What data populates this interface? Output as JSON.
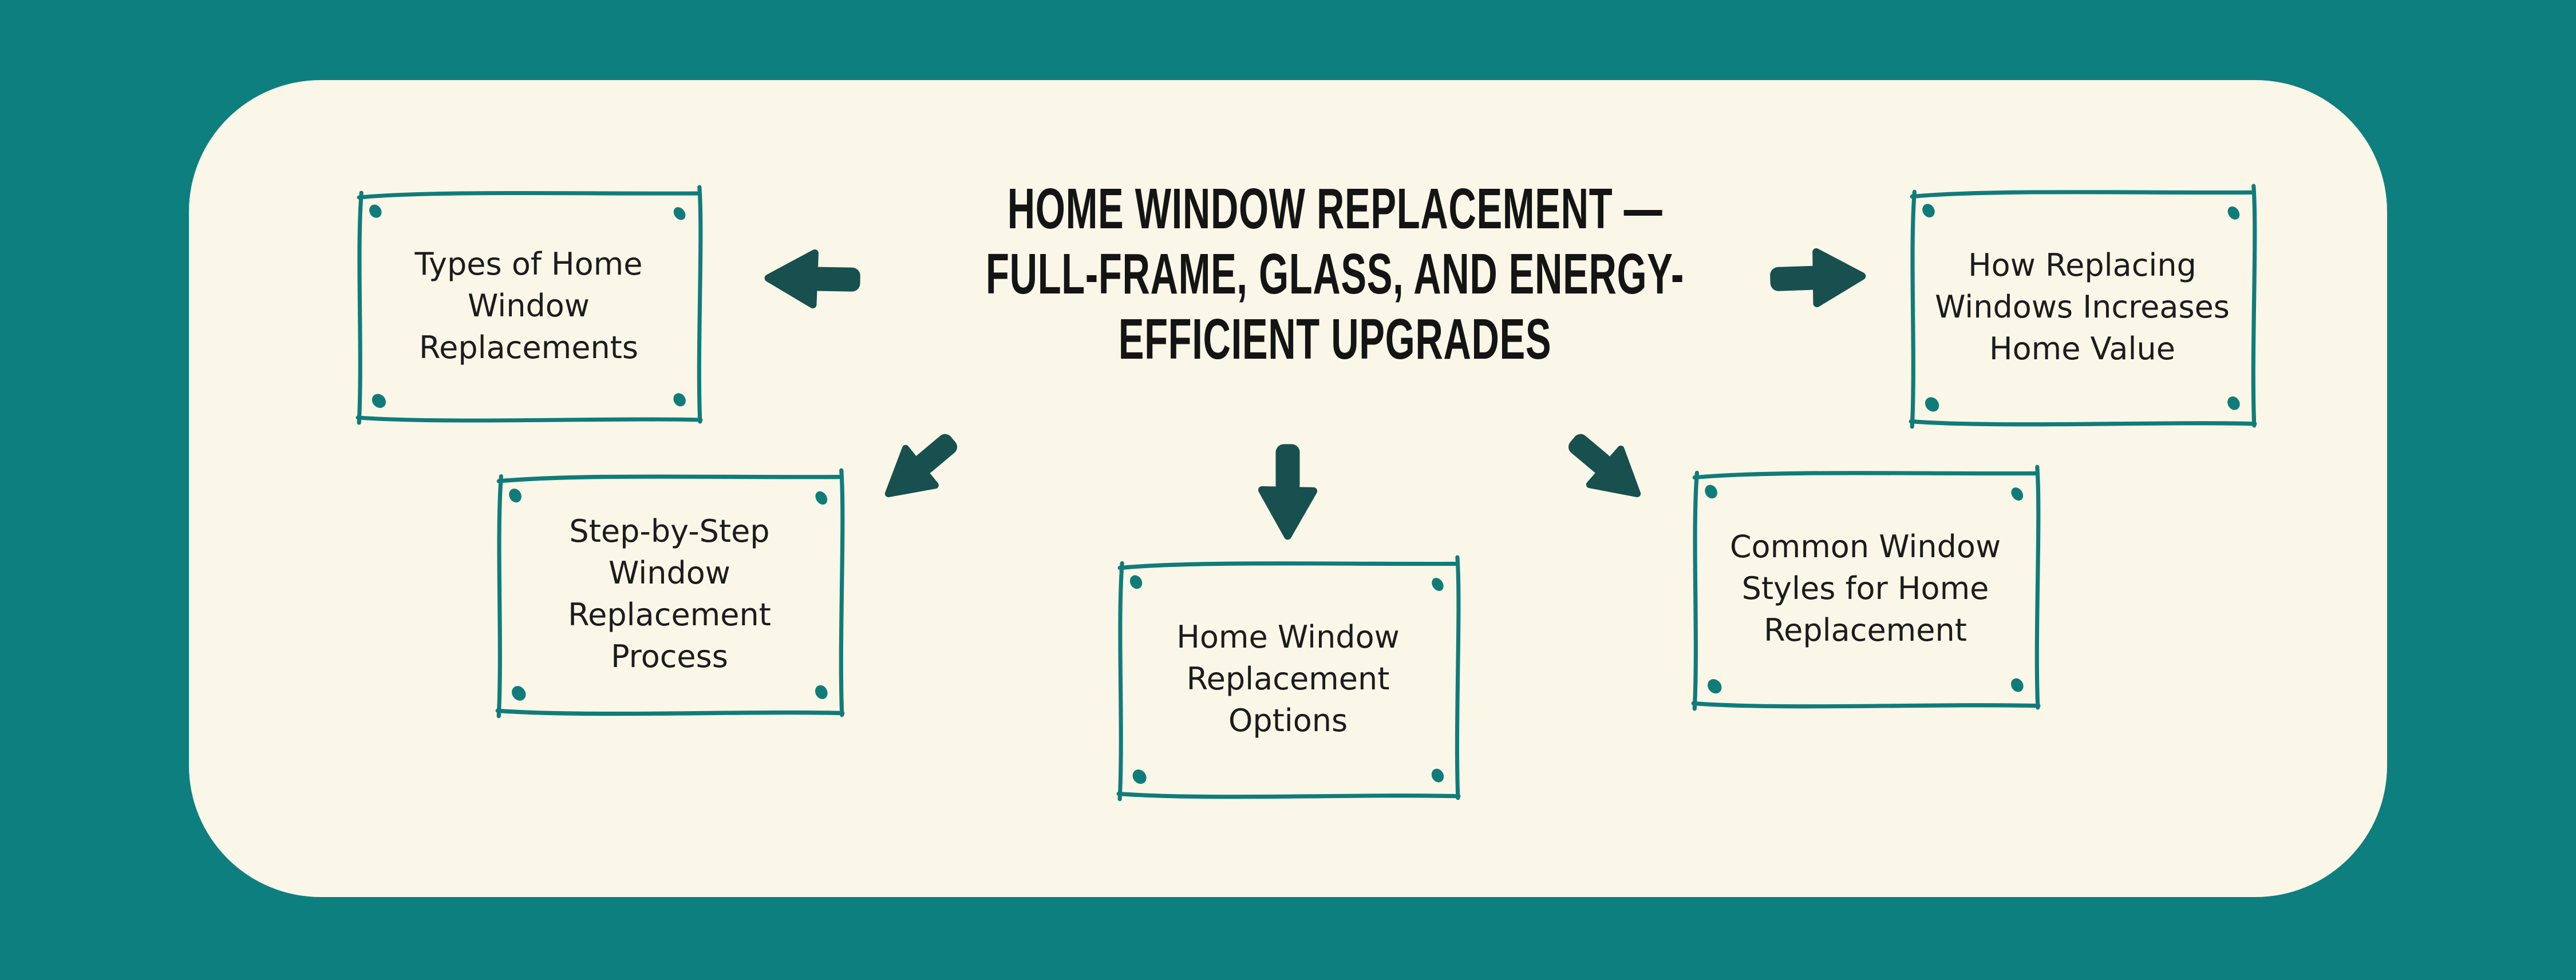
{
  "title": {
    "lines": [
      "HOME WINDOW REPLACEMENT —",
      "FULL-FRAME, GLASS, AND ENERGY-",
      "EFFICIENT UPGRADES"
    ]
  },
  "boxes": [
    {
      "id": "types",
      "lines": [
        "Types of Home",
        "Window",
        "Replacements"
      ]
    },
    {
      "id": "value",
      "lines": [
        "How Replacing",
        "Windows Increases",
        "Home Value"
      ]
    },
    {
      "id": "process",
      "lines": [
        "Step-by-Step",
        "Window",
        "Replacement",
        "Process"
      ]
    },
    {
      "id": "options",
      "lines": [
        "Home Window",
        "Replacement",
        "Options"
      ]
    },
    {
      "id": "styles",
      "lines": [
        "Common Window",
        "Styles for Home",
        "Replacement"
      ]
    }
  ],
  "arrows": [
    {
      "name": "arrow-left-icon",
      "direction": "left",
      "points_to": "types"
    },
    {
      "name": "arrow-right-icon",
      "direction": "right",
      "points_to": "value"
    },
    {
      "name": "arrow-down-left-icon",
      "direction": "down-left",
      "points_to": "process"
    },
    {
      "name": "arrow-down-icon",
      "direction": "down",
      "points_to": "options"
    },
    {
      "name": "arrow-down-right-icon",
      "direction": "down-right",
      "points_to": "styles"
    }
  ],
  "colors": {
    "background_teal": "#0E7F7F",
    "panel_cream": "#FAF7E8",
    "sketch_teal": "#107C7A",
    "arrow_teal": "#17504E",
    "text_ink": "#1C1C1C",
    "title_ink": "#141414"
  }
}
